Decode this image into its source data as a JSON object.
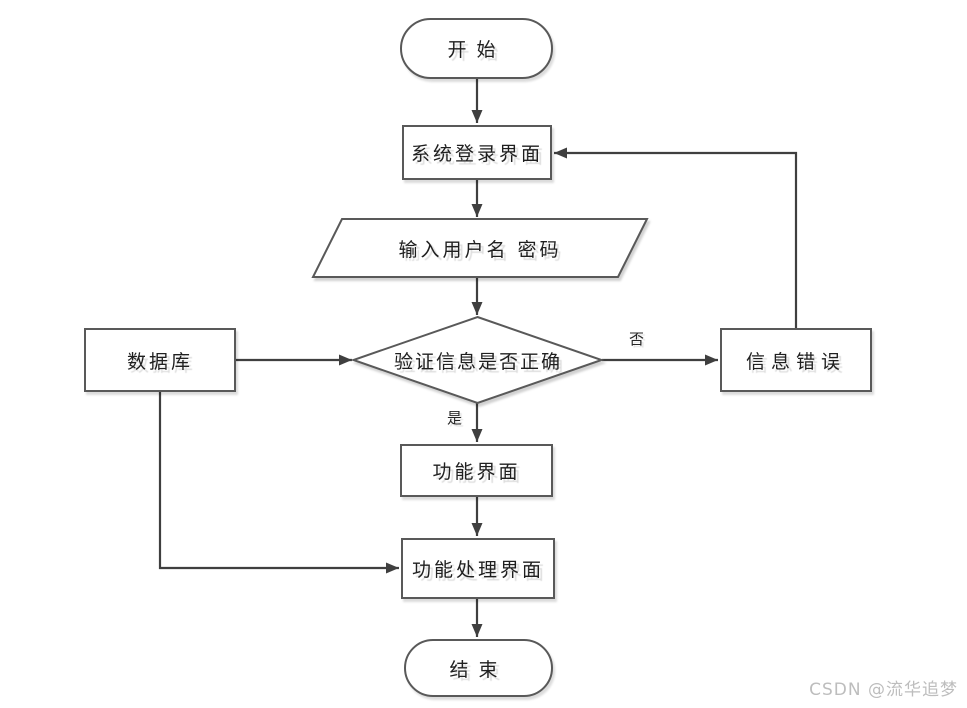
{
  "diagram": {
    "type": "flowchart",
    "language": "zh-CN",
    "nodes": {
      "start": {
        "label": "开始",
        "shape": "terminator"
      },
      "login": {
        "label": "系统登录界面",
        "shape": "process"
      },
      "input": {
        "label": "输入用户名 密码",
        "shape": "input-output"
      },
      "verify": {
        "label": "验证信息是否正确",
        "shape": "decision"
      },
      "database": {
        "label": "数据库",
        "shape": "process"
      },
      "error": {
        "label": "信息错误",
        "shape": "process"
      },
      "function_ui": {
        "label": "功能界面",
        "shape": "process"
      },
      "function_process": {
        "label": "功能处理界面",
        "shape": "process"
      },
      "end": {
        "label": "结束",
        "shape": "terminator"
      }
    },
    "edge_labels": {
      "no": "否",
      "yes": "是"
    },
    "edges": [
      "start -> login",
      "login -> input",
      "input -> verify",
      "database -> verify",
      "verify -> error (否)",
      "error -> login",
      "verify -> function_ui (是)",
      "function_ui -> function_process",
      "database -> function_process",
      "function_process -> end"
    ],
    "colors": {
      "background": "#ffffff",
      "shape_border": "#595959",
      "connector": "#3f3f3f",
      "text": "#1f1f1f",
      "watermark": "#bdbdbd"
    }
  },
  "watermark": {
    "text": "CSDN @流华追梦"
  }
}
